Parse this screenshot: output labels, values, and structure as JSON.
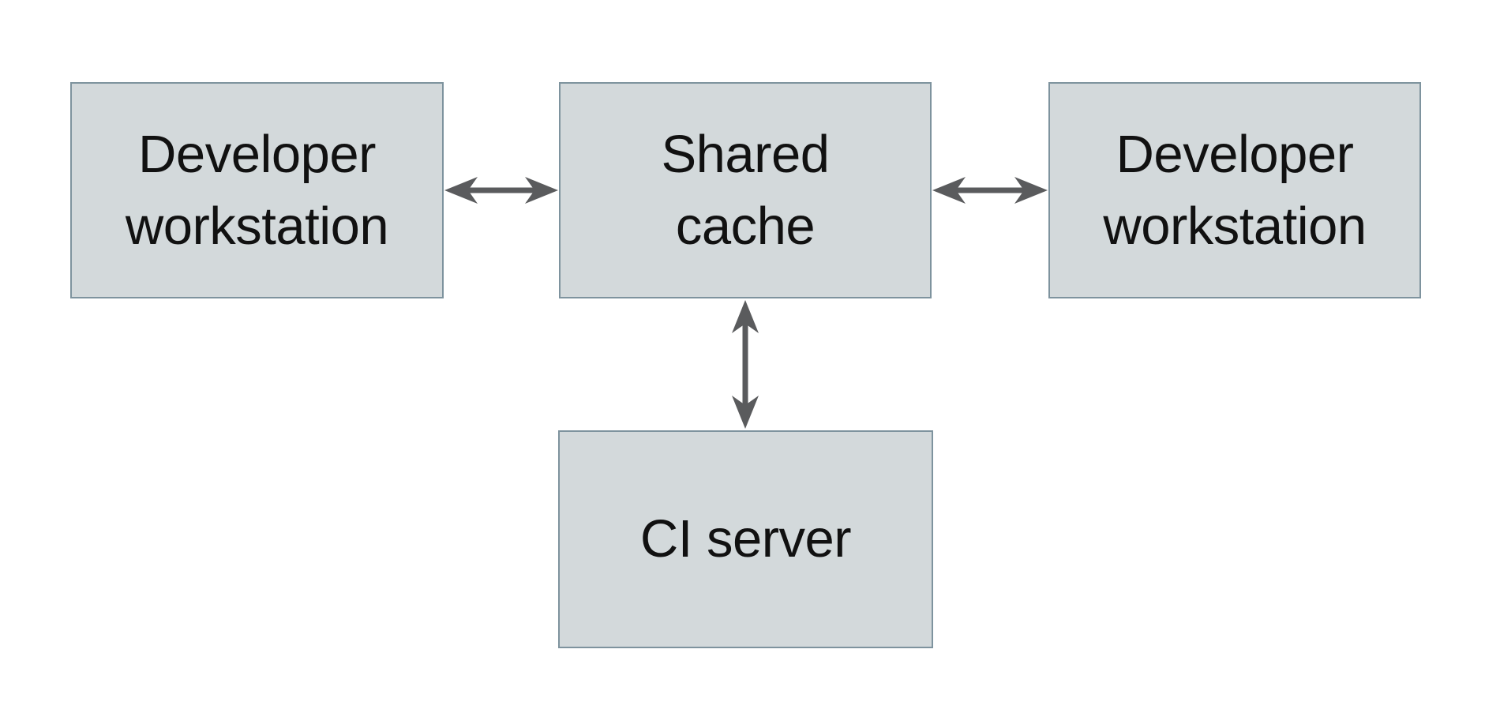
{
  "diagram": {
    "colors": {
      "background": "#ffffff",
      "node_fill": "#d3d9db",
      "node_border": "#7e939e",
      "arrow": "#5a5b5d",
      "text": "#111111"
    },
    "nodes": [
      {
        "name": "developer-workstation-left",
        "label": "Developer workstation",
        "lines": [
          "Developer",
          "workstation"
        ]
      },
      {
        "name": "shared-cache",
        "label": "Shared cache",
        "lines": [
          "Shared",
          "cache"
        ]
      },
      {
        "name": "developer-workstation-right",
        "label": "Developer workstation",
        "lines": [
          "Developer",
          "workstation"
        ]
      },
      {
        "name": "ci-server",
        "label": "CI server",
        "lines": [
          "CI server"
        ]
      }
    ],
    "edges": [
      {
        "from": "developer-workstation-left",
        "to": "shared-cache",
        "style": "double-arrow"
      },
      {
        "from": "shared-cache",
        "to": "developer-workstation-right",
        "style": "double-arrow"
      },
      {
        "from": "shared-cache",
        "to": "ci-server",
        "style": "double-arrow"
      }
    ]
  }
}
